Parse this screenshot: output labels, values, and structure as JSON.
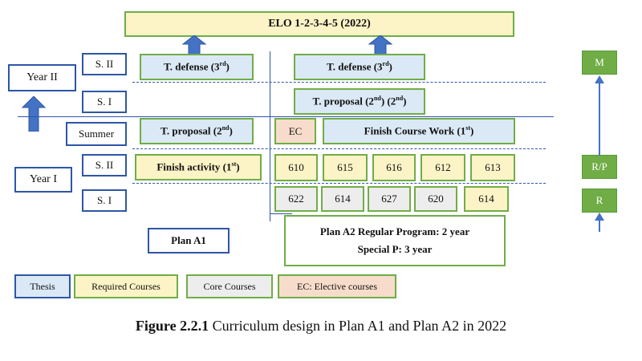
{
  "elo": "ELO 1-2-3-4-5 (2022)",
  "year2": "Year II",
  "year1": "Year I",
  "sems": {
    "s2_y2": "S. II",
    "s1_y2": "S. I",
    "summer": "Summer",
    "s2_y1": "S. II",
    "s1_y1": "S. I"
  },
  "a1": {
    "defense": "T. defense (3",
    "defense_sup": "rd",
    "defense_end": ")",
    "proposal": "T. proposal (2",
    "proposal_sup": "nd",
    "proposal_end": ")",
    "finish_activity": "Finish activity (1",
    "finish_activity_sup": "st",
    "finish_activity_end": ")",
    "plan": "Plan A1"
  },
  "a2": {
    "defense": "T. defense (3",
    "defense_sup": "rd",
    "defense_end": ")",
    "proposal": "T. proposal (2",
    "proposal_sup1": "nd",
    "proposal_mid": ") (2",
    "proposal_sup2": "nd",
    "proposal_end": ")",
    "ec": "EC",
    "finish_course": "Finish Course Work (1",
    "finish_course_sup": "st",
    "finish_course_end": ")",
    "courses_s2": [
      "610",
      "615",
      "616",
      "612",
      "613"
    ],
    "courses_s1": [
      "622",
      "614",
      "627",
      "620",
      "614"
    ],
    "plan_line1": "Plan A2 Regular Program: 2 year",
    "plan_line2": "Special P: 3 year"
  },
  "levels": {
    "m": "M",
    "rp": "R/P",
    "r": "R"
  },
  "legend": {
    "thesis": "Thesis",
    "required": "Required Courses",
    "core": "Core Courses",
    "elective": "EC: Elective courses"
  },
  "caption": {
    "label": "Figure 2.2.1",
    "text": " Curriculum design in Plan A1 and Plan A2 in 2022"
  },
  "colors": {
    "blue_line": "#2e56a6",
    "green": "#70ad47",
    "thesis_fill": "#dbe8f5",
    "required_fill": "#fcf3c6",
    "core_fill": "#ededed",
    "elective_fill": "#f8dccb"
  }
}
